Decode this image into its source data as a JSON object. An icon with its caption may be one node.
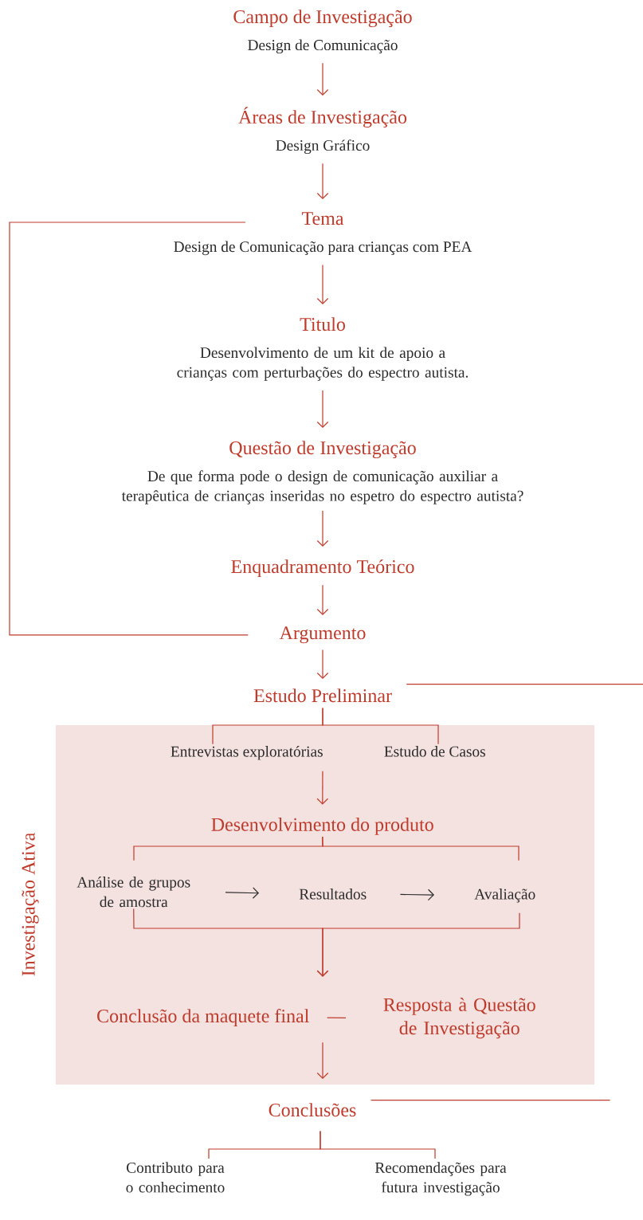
{
  "diagram": {
    "nodes": [
      {
        "text": [
          "Campo de Investigação",
          "Design de Comunicação"
        ]
      },
      {
        "text": [
          "Áreas de Investigação",
          "Design Gráfico"
        ]
      },
      {
        "text": [
          "Tema",
          "Design de Comunicação para crianças com PEA"
        ]
      },
      {
        "text": [
          "Titulo",
          "Desenvolvimento de um kit de apoio a crianças com perturbações do espectro autista."
        ]
      },
      {
        "text": [
          "Questão de Investigação",
          "De que forma pode o design de comunicação auxiliar a terapêutica de crianças inseridas no espetro do espectro autista?"
        ]
      },
      {
        "text": [
          "Enquadramento Teórico"
        ]
      },
      {
        "text": [
          "Argumento"
        ]
      },
      {
        "text": [
          "Estudo Preliminar"
        ]
      },
      {
        "text": [
          "Investigação Ativa"
        ]
      },
      {
        "text": [
          "Entrevistas exploratórias"
        ],
        "in": 8
      },
      {
        "text": [
          "Estudo de Casos"
        ],
        "in": 8
      },
      {
        "text": [
          "Desenvolvimento do produto"
        ],
        "in": 8
      },
      {
        "text": [
          "Análise de grupos de amostra"
        ],
        "in": 8
      },
      {
        "text": [
          "Resultados"
        ],
        "in": 8
      },
      {
        "text": [
          "Avaliação"
        ],
        "in": 8
      },
      {
        "text": [
          "Conclusão da maquete final"
        ],
        "in": 8
      },
      {
        "text": [
          "Resposta à Questão de Investigação"
        ],
        "in": 8
      },
      {
        "text": [
          "Conclusões"
        ]
      },
      {
        "text": [
          "Contributo para o conhecimento"
        ]
      },
      {
        "text": [
          "Recomendações para futura investigação"
        ]
      }
    ],
    "edges": [
      {
        "from": 0,
        "to": 1,
        "arrow": "to"
      },
      {
        "from": 1,
        "to": 2,
        "arrow": "to"
      },
      {
        "from": 2,
        "to": 3,
        "arrow": "to"
      },
      {
        "from": 3,
        "to": 4,
        "arrow": "to"
      },
      {
        "from": 4,
        "to": 5,
        "arrow": "to"
      },
      {
        "from": 5,
        "to": 6,
        "arrow": "to"
      },
      {
        "from": 2,
        "to": 6,
        "arrow": "none"
      },
      {
        "from": 6,
        "to": 7,
        "arrow": "to"
      },
      {
        "from": 7,
        "to": 9,
        "arrow": "none"
      },
      {
        "from": 7,
        "to": 10,
        "arrow": "none"
      },
      {
        "from": 7,
        "to": null,
        "arrow": "none"
      },
      {
        "from": 9,
        "to": 11,
        "arrow": "to"
      },
      {
        "from": 11,
        "to": 12,
        "arrow": "none"
      },
      {
        "from": 11,
        "to": 14,
        "arrow": "none"
      },
      {
        "from": 12,
        "to": 13,
        "arrow": "to",
        "color": "#2b2b2b"
      },
      {
        "from": 13,
        "to": 14,
        "arrow": "to",
        "color": "#2b2b2b"
      },
      {
        "from": 12,
        "to": 15,
        "arrow": "to"
      },
      {
        "from": 14,
        "to": 15,
        "arrow": "to"
      },
      {
        "from": 15,
        "to": 16,
        "arrow": "none"
      },
      {
        "from": 15,
        "to": 17,
        "arrow": "to"
      },
      {
        "from": 17,
        "to": null,
        "arrow": "none"
      },
      {
        "from": 17,
        "to": 18,
        "arrow": "none"
      },
      {
        "from": 17,
        "to": 19,
        "arrow": "none"
      }
    ]
  }
}
